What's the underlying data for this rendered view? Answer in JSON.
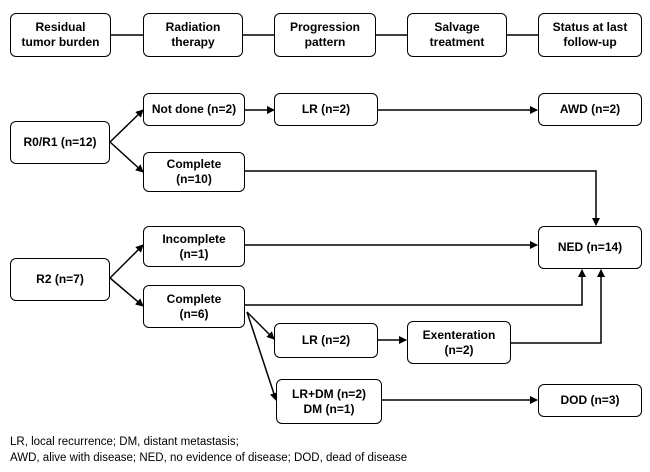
{
  "header": {
    "stages": [
      {
        "line1": "Residual",
        "line2": "tumor burden"
      },
      {
        "line1": "Radiation",
        "line2": "therapy"
      },
      {
        "line1": "Progression",
        "line2": "pattern"
      },
      {
        "line1": "Salvage",
        "line2": "treatment"
      },
      {
        "line1": "Status at last",
        "line2": "follow-up"
      }
    ]
  },
  "nodes": {
    "r0r1": "R0/R1 (n=12)",
    "not_done": "Not done (n=2)",
    "lr_top": "LR (n=2)",
    "awd": "AWD (n=2)",
    "complete_top": {
      "line1": "Complete",
      "line2": "(n=10)"
    },
    "ned": "NED (n=14)",
    "r2": "R2 (n=7)",
    "incomplete": {
      "line1": "Incomplete",
      "line2": "(n=1)"
    },
    "complete_bottom": {
      "line1": "Complete",
      "line2": "(n=6)"
    },
    "lr_mid": "LR (n=2)",
    "exenteration": {
      "line1": "Exenteration",
      "line2": "(n=2)"
    },
    "lrdm": {
      "line1": "LR+DM (n=2)",
      "line2": "DM (n=1)"
    },
    "dod": "DOD (n=3)"
  },
  "legend": {
    "line1": "LR, local recurrence; DM, distant metastasis;",
    "line2": "AWD, alive with disease; NED, no evidence of disease; DOD, dead of disease"
  }
}
